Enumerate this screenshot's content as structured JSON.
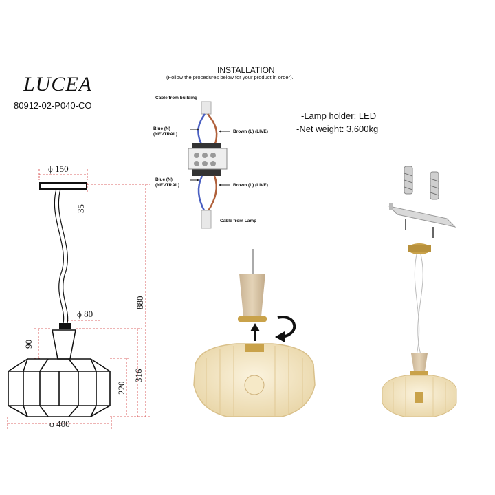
{
  "product": {
    "name": "LUCEA",
    "code": "80912-02-P040-CO"
  },
  "installation": {
    "title": "INSTALLATION",
    "subtitle": "(Follow the procedures below for your product in order)."
  },
  "specs": [
    "-Lamp holder: LED",
    "-Net weight: 3,600kg"
  ],
  "wiring": {
    "cable_from_building": "Cable from building",
    "blue_top_1": "Blue (N)",
    "blue_top_2": "(NEVTRAL)",
    "brown_top": "Brown (L) (LIVE)",
    "blue_bottom_1": "Blue (N)",
    "blue_bottom_2": "(NEVTRAL)",
    "brown_bottom": "Brown (L) (LIVE)",
    "cable_from_lamp": "Cable from Lamp"
  },
  "dimensions": {
    "canopy_diameter": "ϕ 150",
    "canopy_height": "35",
    "overall_height": "880",
    "holder_diameter": "ϕ 80",
    "holder_height": "90",
    "shade_height": "220",
    "lower_height": "316",
    "shade_diameter": "ϕ 400"
  },
  "colors": {
    "dimension_line": "#d23a3a",
    "wire_blue": "#4a5fc2",
    "wire_brown": "#b0603a",
    "brass": "#c9a24a",
    "stone": "#d9c4a6",
    "glass": "#f1e3c2"
  }
}
